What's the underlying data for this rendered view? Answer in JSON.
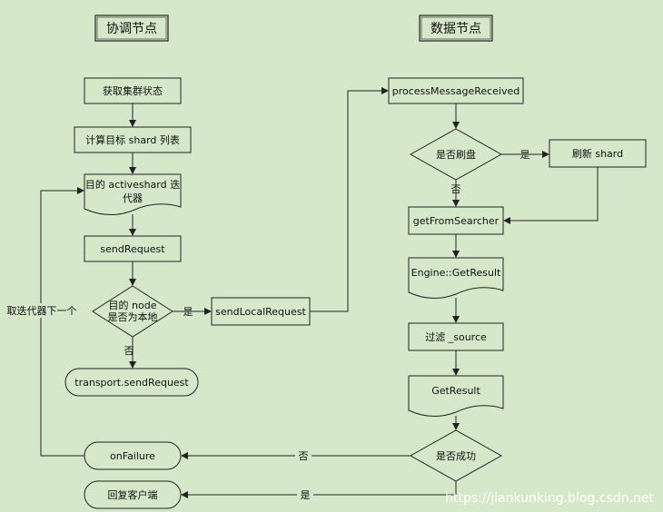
{
  "headers": {
    "coordinator": "协调节点",
    "data_node": "数据节点"
  },
  "nodes": {
    "get_cluster_state": "获取集群状态",
    "compute_shards": "计算目标 shard 列表",
    "iterator_line1": "目的  activeshard 迭",
    "iterator_line2": "代器",
    "send_request": "sendRequest",
    "decision_line1": "目的 node",
    "decision_line2": "是否为本地",
    "transport_send": "transport.sendRequest",
    "send_local": "sendLocalRequest",
    "process_message": "processMessageReceived",
    "flush_decision": "是否刷盘",
    "refresh_shard": "刷新 shard",
    "get_from_searcher": "getFromSearcher",
    "engine_get_result": "Engine::GetResult",
    "filter_source": "过滤 _source",
    "get_result": "GetResult",
    "success_decision": "是否成功",
    "on_failure": "onFailure",
    "reply_client": "回复客户端"
  },
  "edge_labels": {
    "yes_local": "是",
    "no_local": "否",
    "yes_flush": "是",
    "no_flush": "否",
    "next_iter": "取迭代器下一个",
    "no_success": "否",
    "yes_success": "是"
  },
  "watermark": "https://jiankunking.blog.csdn.net",
  "colors": {
    "background": "#d5e8c9",
    "box_fill": "#d5e8c9",
    "stroke": "#222222"
  }
}
